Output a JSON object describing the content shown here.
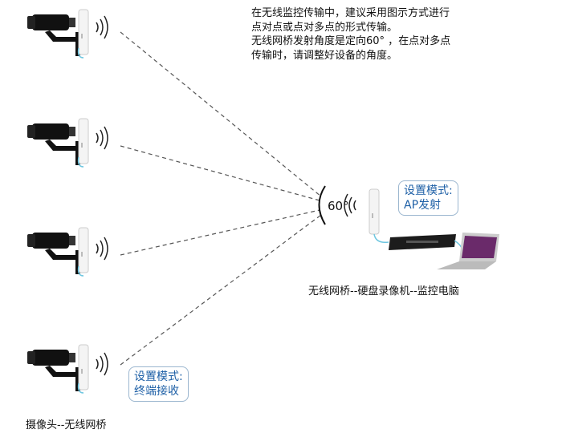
{
  "note": {
    "lines": [
      "在无线监控传输中，建议采用图示方式进行",
      "点对点或点对多点的形式传输。",
      "无线网桥发射角度是定向60° ，在点对多点",
      "传输时，请调整好设备的角度。"
    ]
  },
  "angle_label": "60°",
  "ap_bubble": {
    "line1": "设置模式:",
    "line2": "AP发射"
  },
  "client_bubble": {
    "line1": "设置模式:",
    "line2": "终端接收"
  },
  "ap_caption": "无线网桥--硬盘录像机--监控电脑",
  "client_caption": "摄像头--无线网桥",
  "colors": {
    "bubble_text": "#1d5fa6",
    "bubble_border": "#9bb6cf",
    "cable": "#6ec6e0",
    "dashed_line": "#555555"
  }
}
